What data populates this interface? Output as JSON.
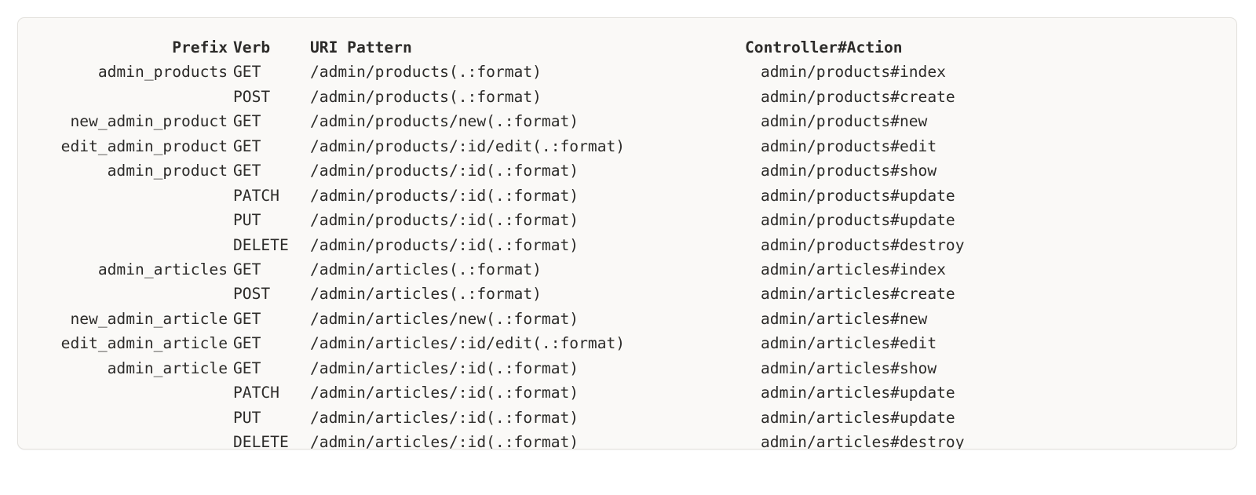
{
  "panel": {
    "background_color": "#faf9f7",
    "border_color": "#e3e1dd",
    "text_color": "#2c2b29"
  },
  "table": {
    "headers": {
      "prefix": "Prefix",
      "verb": "Verb",
      "uri": "URI Pattern",
      "controller": "Controller#Action"
    },
    "rows": [
      {
        "prefix": "admin_products",
        "verb": "GET",
        "uri": "/admin/products(.:format)",
        "controller": "admin/products#index"
      },
      {
        "prefix": "",
        "verb": "POST",
        "uri": "/admin/products(.:format)",
        "controller": "admin/products#create"
      },
      {
        "prefix": "new_admin_product",
        "verb": "GET",
        "uri": "/admin/products/new(.:format)",
        "controller": "admin/products#new"
      },
      {
        "prefix": "edit_admin_product",
        "verb": "GET",
        "uri": "/admin/products/:id/edit(.:format)",
        "controller": "admin/products#edit"
      },
      {
        "prefix": "admin_product",
        "verb": "GET",
        "uri": "/admin/products/:id(.:format)",
        "controller": "admin/products#show"
      },
      {
        "prefix": "",
        "verb": "PATCH",
        "uri": "/admin/products/:id(.:format)",
        "controller": "admin/products#update"
      },
      {
        "prefix": "",
        "verb": "PUT",
        "uri": "/admin/products/:id(.:format)",
        "controller": "admin/products#update"
      },
      {
        "prefix": "",
        "verb": "DELETE",
        "uri": "/admin/products/:id(.:format)",
        "controller": "admin/products#destroy"
      },
      {
        "prefix": "admin_articles",
        "verb": "GET",
        "uri": "/admin/articles(.:format)",
        "controller": "admin/articles#index"
      },
      {
        "prefix": "",
        "verb": "POST",
        "uri": "/admin/articles(.:format)",
        "controller": "admin/articles#create"
      },
      {
        "prefix": "new_admin_article",
        "verb": "GET",
        "uri": "/admin/articles/new(.:format)",
        "controller": "admin/articles#new"
      },
      {
        "prefix": "edit_admin_article",
        "verb": "GET",
        "uri": "/admin/articles/:id/edit(.:format)",
        "controller": "admin/articles#edit"
      },
      {
        "prefix": "admin_article",
        "verb": "GET",
        "uri": "/admin/articles/:id(.:format)",
        "controller": "admin/articles#show"
      },
      {
        "prefix": "",
        "verb": "PATCH",
        "uri": "/admin/articles/:id(.:format)",
        "controller": "admin/articles#update"
      },
      {
        "prefix": "",
        "verb": "PUT",
        "uri": "/admin/articles/:id(.:format)",
        "controller": "admin/articles#update"
      },
      {
        "prefix": "",
        "verb": "DELETE",
        "uri": "/admin/articles/:id(.:format)",
        "controller": "admin/articles#destroy"
      }
    ]
  }
}
